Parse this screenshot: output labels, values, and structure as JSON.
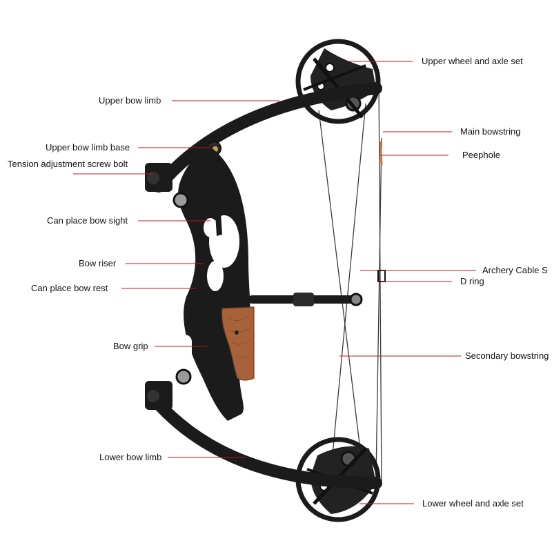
{
  "labels": {
    "upper_bow_limb": "Upper bow limb",
    "upper_bow_limb_base": "Upper bow limb base",
    "tension_adjustment_screw_bolt": "Tension adjustment screw bolt",
    "can_place_bow_sight": "Can place bow sight",
    "bow_riser": "Bow riser",
    "can_place_bow_rest": "Can place bow rest",
    "bow_grip": "Bow grip",
    "lower_bow_limb": "Lower bow limb",
    "upper_wheel_and_axle_set": "Upper wheel and axle set",
    "main_bowstring": "Main bowstring",
    "peephole": "Peephole",
    "archery_cable_slide": "Archery Cable S",
    "d_ring": "D ring",
    "secondary_bowstring": "Secondary bowstring",
    "lower_wheel_and_axle_set": "Lower wheel and axle set"
  },
  "colors": {
    "leader_line": "#c0141c",
    "bow_body": "#1b1b1b",
    "grip_wood": "#a8623a",
    "string": "#3a3a3a",
    "peephole_accent": "#c8704a"
  }
}
